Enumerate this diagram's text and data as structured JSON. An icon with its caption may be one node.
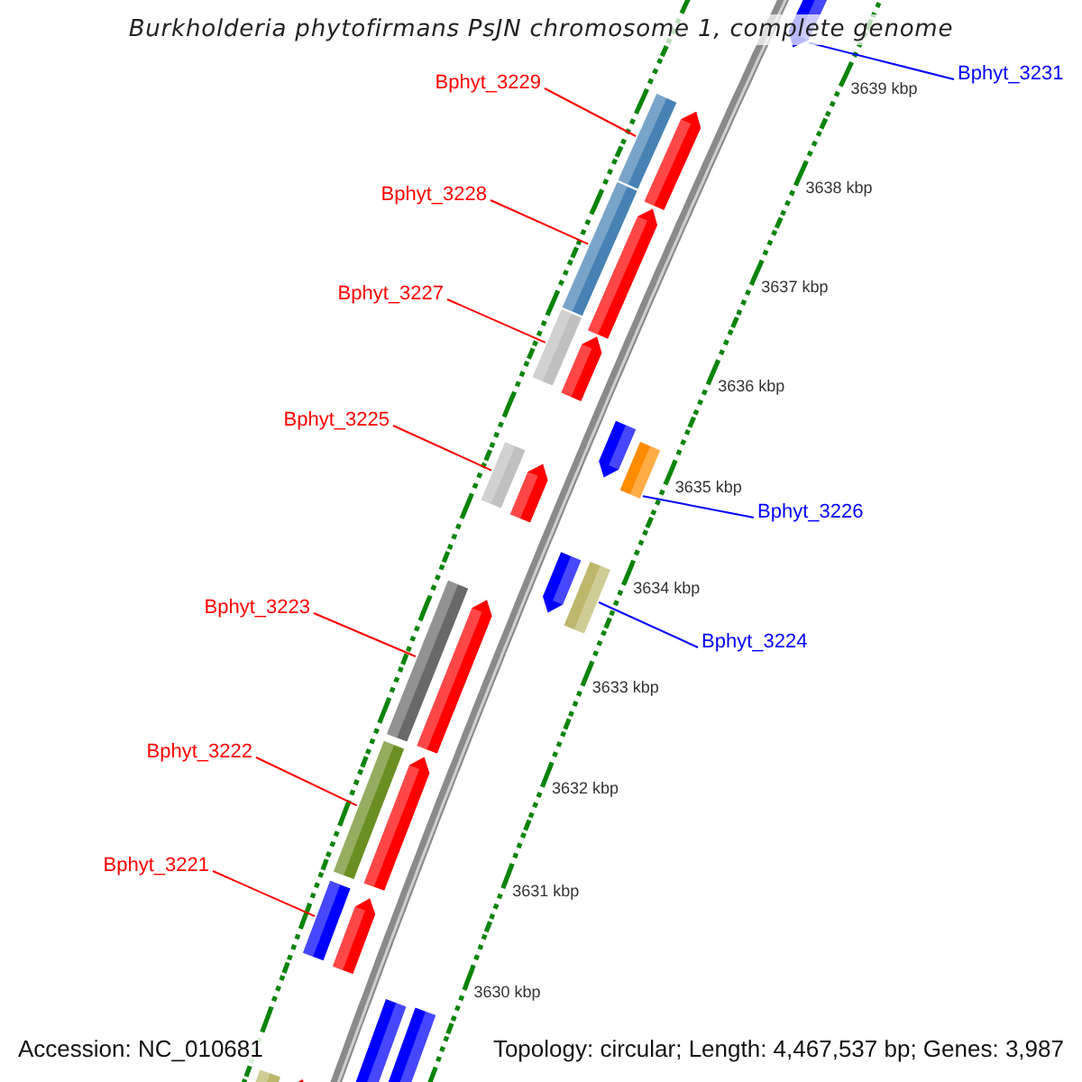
{
  "diagram": {
    "title": "Burkholderia phytofirmans PsJN chromosome 1, complete genome",
    "nodes": [
      {
        "text": [
          "Bphyt_3231"
        ]
      },
      {
        "text": [
          "Bphyt_3229"
        ]
      },
      {
        "text": [
          "Bphyt_3228"
        ]
      },
      {
        "text": [
          "Bphyt_3227"
        ]
      },
      {
        "text": [
          "Bphyt_3225"
        ]
      },
      {
        "text": [
          "Bphyt_3226"
        ]
      },
      {
        "text": [
          "Bphyt_3223"
        ]
      },
      {
        "text": [
          "Bphyt_3224"
        ]
      },
      {
        "text": [
          "Bphyt_3222"
        ]
      },
      {
        "text": [
          "Bphyt_3221"
        ]
      },
      {
        "text": [],
        "shape": "arrow"
      },
      {
        "text": [],
        "shape": "bar"
      },
      {
        "text": [],
        "shape": "arrow"
      },
      {
        "text": [],
        "shape": "bar"
      },
      {
        "text": [],
        "shape": "arrow"
      },
      {
        "text": [],
        "shape": "bar"
      },
      {
        "text": [],
        "shape": "arrow"
      },
      {
        "text": [],
        "shape": "arrow"
      },
      {
        "text": [],
        "shape": "bar"
      },
      {
        "text": [],
        "shape": "bar"
      },
      {
        "text": [],
        "shape": "arrow"
      },
      {
        "text": [],
        "shape": "arrow"
      },
      {
        "text": [],
        "shape": "bar"
      },
      {
        "text": [],
        "shape": "bar"
      },
      {
        "text": [],
        "shape": "arrow"
      },
      {
        "text": [],
        "shape": "bar"
      },
      {
        "text": [],
        "shape": "arrow"
      },
      {
        "text": [],
        "shape": "bar"
      },
      {
        "text": [],
        "shape": "arrow"
      },
      {
        "text": [],
        "shape": "arrow"
      },
      {
        "text": [],
        "shape": "bar"
      },
      {
        "text": [],
        "shape": "bar"
      },
      {
        "text": [],
        "shape": "arrow"
      }
    ],
    "edges": [
      {
        "from": 0,
        "to": 10,
        "arrow": "none",
        "color": "#0000ff"
      },
      {
        "from": 1,
        "to": 11,
        "arrow": "none"
      },
      {
        "from": 2,
        "to": 13,
        "arrow": "none"
      },
      {
        "from": 3,
        "to": 15,
        "arrow": "none"
      },
      {
        "from": 4,
        "to": 19,
        "arrow": "none"
      },
      {
        "from": 5,
        "to": 18,
        "arrow": "none",
        "color": "#0000ff"
      },
      {
        "from": 6,
        "to": 23,
        "arrow": "none"
      },
      {
        "from": 7,
        "to": 22,
        "arrow": "none",
        "color": "#0000ff"
      },
      {
        "from": 8,
        "to": 25,
        "arrow": "none"
      },
      {
        "from": 9,
        "to": 27,
        "arrow": "none"
      }
    ],
    "labels": [
      "3639 kbp",
      "3638 kbp",
      "3637 kbp",
      "3636 kbp",
      "3635 kbp",
      "3634 kbp",
      "3633 kbp",
      "3632 kbp",
      "3631 kbp",
      "3630 kbp",
      "Accession: NC_010681",
      "Topology: circular; Length: 4,467,537 bp; Genes: 3,987"
    ]
  }
}
